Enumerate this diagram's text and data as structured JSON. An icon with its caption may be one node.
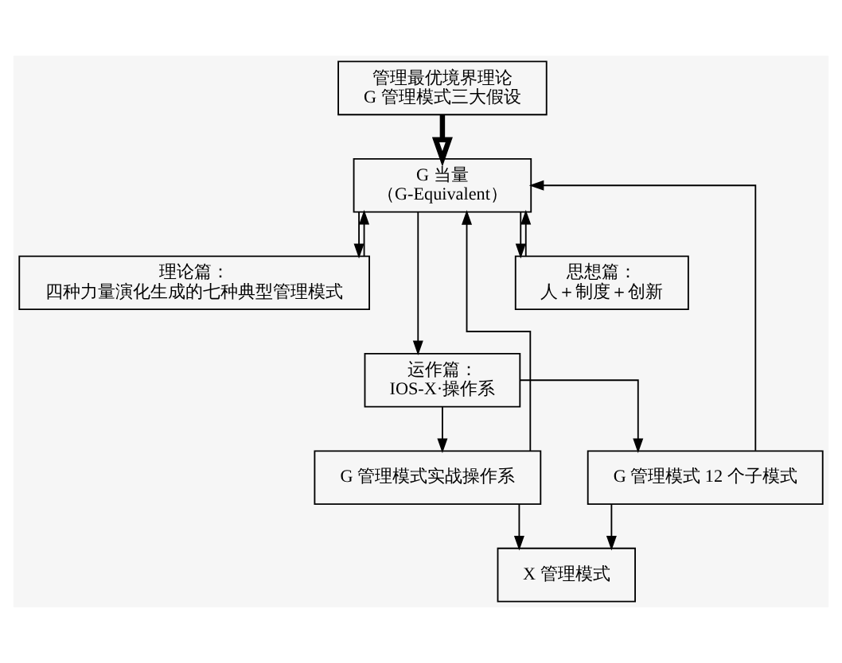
{
  "diagram": {
    "nodes": [
      {
        "text": [
          "管理最优境界理论",
          "G 管理模式三大假设"
        ]
      },
      {
        "text": [
          "G 当量",
          "（G-Equivalent）"
        ]
      },
      {
        "text": [
          "理论篇：",
          "四种力量演化生成的七种典型管理模式"
        ]
      },
      {
        "text": [
          "思想篇：",
          "人＋制度＋创新"
        ]
      },
      {
        "text": [
          "运作篇：",
          "IOS-X·操作系"
        ]
      },
      {
        "text": [
          "G 管理模式实战操作系"
        ]
      },
      {
        "text": [
          "G 管理模式 12 个子模式"
        ]
      },
      {
        "text": [
          "X 管理模式"
        ]
      }
    ],
    "edges": [
      {
        "from": 0,
        "to": 1,
        "arrow": "to",
        "style": "thick"
      },
      {
        "from": 1,
        "to": 2,
        "arrow": "to"
      },
      {
        "from": 2,
        "to": 1,
        "arrow": "to"
      },
      {
        "from": 1,
        "to": 4,
        "arrow": "to"
      },
      {
        "from": 1,
        "to": 3,
        "arrow": "to"
      },
      {
        "from": 3,
        "to": 1,
        "arrow": "to"
      },
      {
        "from": 4,
        "to": 5,
        "arrow": "to"
      },
      {
        "from": 4,
        "to": 6,
        "arrow": "to"
      },
      {
        "from": 5,
        "to": 1,
        "arrow": "to"
      },
      {
        "from": 6,
        "to": 1,
        "arrow": "to"
      },
      {
        "from": 5,
        "to": 7,
        "arrow": "to"
      },
      {
        "from": 6,
        "to": 7,
        "arrow": "to"
      }
    ]
  }
}
